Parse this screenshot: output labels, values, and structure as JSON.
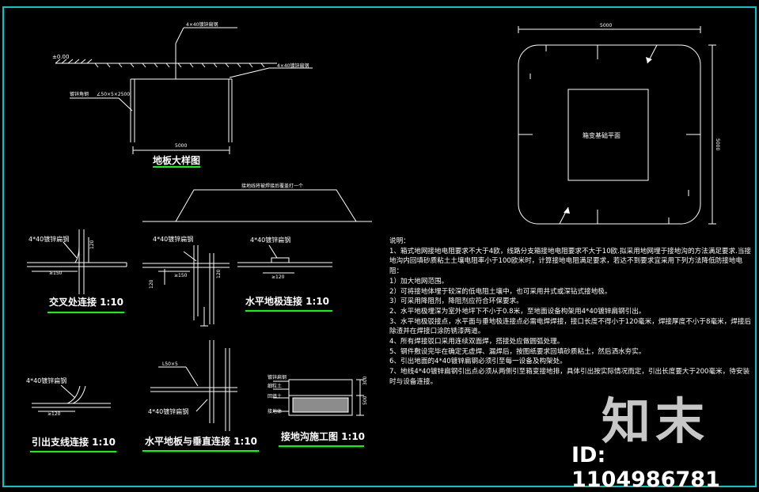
{
  "colors": {
    "background": "#000000",
    "frame": "#00c8c8",
    "lines": "#ffffff",
    "title_underline": "#00ff00"
  },
  "top_detail": {
    "elev_label": "±0.00",
    "label_top": "4×40镀锌扁钢",
    "label_right": "4×40镀锌扁钢",
    "label_left": "镀锌角钢",
    "label_angle": "∠50×5×2500",
    "dim_width": "5000",
    "title": "地板大样图"
  },
  "flat_ground_label": "接地线将被焊接后覆盖打一个",
  "plan": {
    "dim_width": "5000",
    "dim_height": "5000",
    "center_label": "箱变基础平面"
  },
  "details": {
    "cross": {
      "label": "4*40镀锌扁钢",
      "dim_a": "120",
      "dim_b": "≥150",
      "title": "交叉处连接 1:10"
    },
    "middle": {
      "label": "4*40镀锌扁钢",
      "dim_a": "≥150",
      "dim_b": "120",
      "dim_c": "120"
    },
    "horizontal": {
      "label": "4*40镀锌扁钢",
      "dim_a": "≥120",
      "title": "水平地极连接 1:10"
    },
    "branch": {
      "label": "4*40镀锌扁钢",
      "dim_a": "≥120",
      "title": "引出支线连接 1:10"
    },
    "vertical": {
      "label_top": "L50×5",
      "label_bottom": "4*40镀锌扁钢",
      "title": "水平地板与垂直连接 1:10"
    },
    "trench": {
      "label_1": "镀锌扁钢",
      "label_2": "细粒土",
      "label_3": "回填土",
      "label_4": "接地体",
      "dim_a": "300",
      "dim_b": "500",
      "title": "接地沟施工图 1:10"
    }
  },
  "notes": {
    "heading": "说明：",
    "lines": [
      "1、箱式地网接地电阻要求不大于4欧，线路分支箱接地电阻要求不大于10欧.拟采用地网埋于接地沟的方法满足要求.当接地沟内回填砂质粘土土壤电阻率小于100欧米时，计算接地电阻满足要求，若达不到要求宜采用下列方法降低防接地电阻：",
      "1）加大地网范围。",
      "2）可将接地体埋于较深的低电阻土壤中，也可采用井式或深钻式接地极。",
      "3）可采用降阻剂，降阻剂应符合环保要求。",
      "2、水平地极埋深为室外地坪下不小于0.8米，至地面设备构架用4*40镀锌扁钢引出。",
      "3、水平地极驳接点，水平面与垂地极连接点必需电焊焊接，接口长度不得小于120毫米，焊接厚度不小于8毫米，焊接后除渣并在焊接口涂防锈漆两道。",
      "4、所有焊接驳口采用连续双面焊，搭接处应做圆弧处理。",
      "5、钢件敷设完毕在确定无虚焊、漏焊后，按图纸要求回填砂质粘土，然后洒水夯实。",
      "6、引出地面的4*40镀锌扁钢必须引至每一设备及构架处。",
      "7、地线4*40镀锌扁钢引出点必须从两侧引至箱变接地排，具体引出按实际情况而定，引出长度要大于200毫米，待安装时与设备连接。"
    ]
  },
  "watermark": {
    "logo": "知末",
    "id": "ID: 1104986781"
  }
}
